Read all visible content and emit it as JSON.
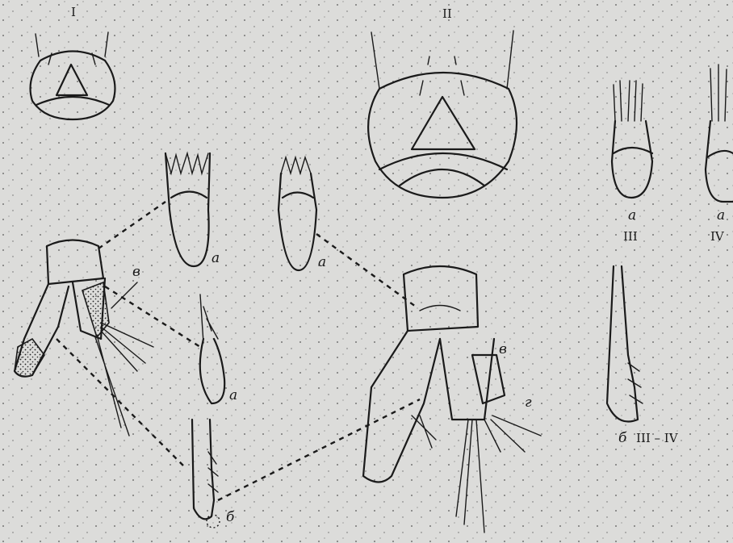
{
  "figure": {
    "panel_i": "I",
    "panel_ii": "II",
    "label_a": "a",
    "label_b": "б",
    "label_v": "в",
    "label_g": "г",
    "label_iii": "III",
    "label_iv": "IV",
    "label_iii_iv": "III – IV"
  },
  "colors": {
    "paper": "#dcdcda",
    "ink": "#1a1a1a"
  }
}
